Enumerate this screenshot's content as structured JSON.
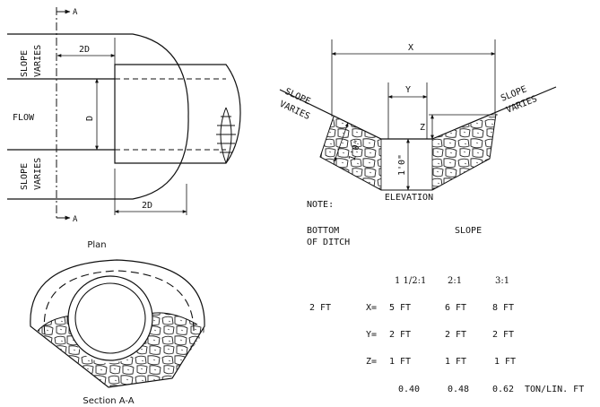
{
  "plan": {
    "section_marker": "A",
    "slope_varies_top": [
      "SLOPE",
      "VARIES"
    ],
    "slope_varies_bottom": [
      "SLOPE",
      "VARIES"
    ],
    "flow": "FLOW",
    "dim_2d_top": "2D",
    "dim_d": "D",
    "dim_2d_bottom": "2D",
    "caption": "Plan"
  },
  "elevation": {
    "dim_x": "X",
    "dim_y": "Y",
    "dim_z": "Z",
    "slope_left": [
      "SLOPE",
      "VARIES"
    ],
    "slope_right": [
      "SLOPE",
      "VARIES"
    ],
    "dim_1ft_slant": "1'0\"",
    "dim_1ft_vert": "1'0\"",
    "caption": "ELEVATION"
  },
  "section": {
    "caption": "Section A-A"
  },
  "note": {
    "title": "NOTE:",
    "bottom_of_ditch": [
      "BOTTOM",
      "OF DITCH"
    ],
    "slope_header": "SLOPE",
    "ratios": [
      "1 1/2:1",
      "2:1",
      "3:1"
    ],
    "bottom_width": "2 FT",
    "rows": [
      {
        "label": "X=",
        "values": [
          "5 FT",
          "6 FT",
          "8 FT"
        ]
      },
      {
        "label": "Y=",
        "values": [
          "2 FT",
          "2 FT",
          "2 FT"
        ]
      },
      {
        "label": "Z=",
        "values": [
          "1 FT",
          "1 FT",
          "1 FT"
        ]
      }
    ],
    "tonnage": [
      "0.40",
      "0.48",
      "0.62"
    ],
    "tonnage_unit": "TON/LIN. FT"
  }
}
